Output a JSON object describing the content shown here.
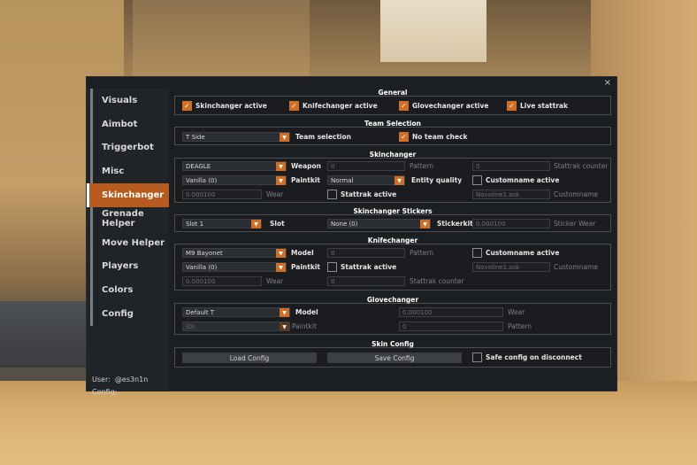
{
  "sidebar": {
    "items": [
      {
        "label": "Visuals"
      },
      {
        "label": "Aimbot"
      },
      {
        "label": "Triggerbot"
      },
      {
        "label": "Misc"
      },
      {
        "label": "Skinchanger"
      },
      {
        "label": "Grenade Helper"
      },
      {
        "label": "Move Helper"
      },
      {
        "label": "Players"
      },
      {
        "label": "Colors"
      },
      {
        "label": "Config"
      }
    ],
    "active_index": 4,
    "user_label": "User:",
    "user_value": "@es3n1n",
    "config_label": "Config:"
  },
  "close_icon": "×",
  "general": {
    "title": "General",
    "skinchanger_active": "Skinchanger active",
    "knifechanger_active": "Knifechanger active",
    "glovechanger_active": "Glovechanger active",
    "live_stattrak": "Live stattrak"
  },
  "team_selection": {
    "title": "Team Selection",
    "team_value": "T Side",
    "team_label": "Team selection",
    "no_team_check": "No team check"
  },
  "skinchanger": {
    "title": "Skinchanger",
    "weapon_value": "DEAGLE",
    "weapon_label": "Weapon",
    "pattern_value": "0",
    "pattern_label": "Pattern",
    "stattrak_counter_value": "0",
    "stattrak_counter_label": "Stattrak counter",
    "paintkit_value": "Vanilla (0)",
    "paintkit_label": "Paintkit",
    "quality_value": "Normal",
    "quality_label": "Entity quality",
    "customname_active": "Customname active",
    "wear_value": "0.000100",
    "wear_label": "Wear",
    "stattrak_active": "Stattrak active",
    "customname_value": "Novoline1.sok",
    "customname_label": "Customname"
  },
  "stickers": {
    "title": "Skinchanger Stickers",
    "slot_value": "Slot 1",
    "slot_label": "Slot",
    "stickerkit_value": "None (0)",
    "stickerkit_label": "Stickerkit",
    "sticker_wear_value": "0.000100",
    "sticker_wear_label": "Sticker Wear"
  },
  "knifechanger": {
    "title": "Knifechanger",
    "model_value": "M9 Bayonet",
    "model_label": "Model",
    "pattern_value": "0",
    "pattern_label": "Pattern",
    "customname_active": "Customname active",
    "paintkit_value": "Vanilla (0)",
    "paintkit_label": "Paintkit",
    "stattrak_active": "Stattrak active",
    "customname_value": "Novoline1.sok",
    "customname_label": "Customname",
    "wear_value": "0.000100",
    "wear_label": "Wear",
    "stattrak_counter_value": "0",
    "stattrak_counter_label": "Stattrak counter"
  },
  "glovechanger": {
    "title": "Glovechanger",
    "model_value": "Default T",
    "model_label": "Model",
    "wear_value": "0.000100",
    "wear_label": "Wear",
    "paintkit_value": "(0)",
    "paintkit_label": "Paintkit",
    "pattern_value": "0",
    "pattern_label": "Pattern"
  },
  "skin_config": {
    "title": "Skin Config",
    "load_label": "Load Config",
    "save_label": "Save Config",
    "safe_label": "Safe config on disconnect"
  }
}
